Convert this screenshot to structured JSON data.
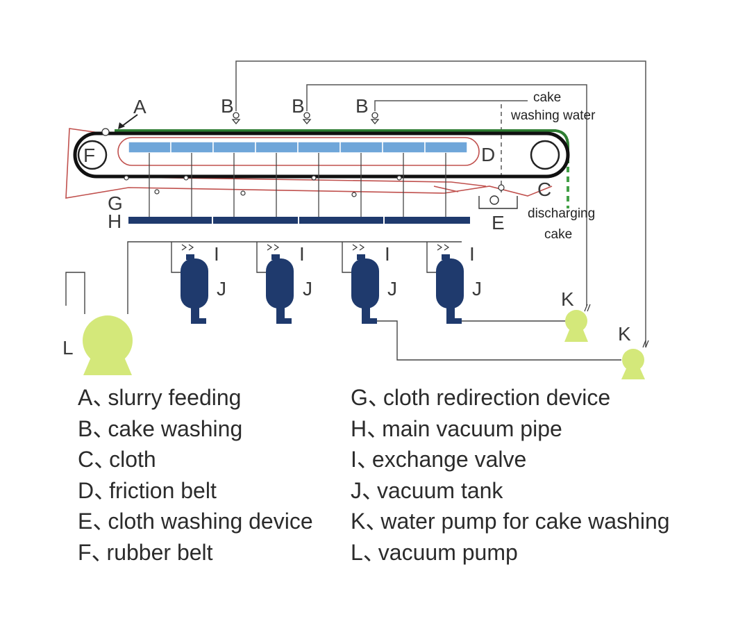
{
  "diagram": {
    "labels": {
      "A": "A",
      "B": "B",
      "C": "C",
      "D": "D",
      "E": "E",
      "F": "F",
      "G": "G",
      "H": "H",
      "I": "I",
      "J": "J",
      "K": "K",
      "L": "L"
    },
    "notes": {
      "cake_washing_water_1": "cake",
      "cake_washing_water_2": "washing water",
      "discharging_cake_1": "discharging",
      "discharging_cake_2": "cake"
    },
    "colors": {
      "belt_blue": "#6fa6d9",
      "tank_navy": "#1f3a6d",
      "pump_green": "#d4e87a",
      "cloth_red": "#c0504d",
      "feed_green": "#2e7d32",
      "pipe_gray": "#555555"
    }
  },
  "legend": {
    "separator": "、",
    "left": [
      {
        "key": "A",
        "text": "slurry feeding"
      },
      {
        "key": "B",
        "text": "cake washing"
      },
      {
        "key": "C",
        "text": "cloth"
      },
      {
        "key": "D",
        "text": "friction belt"
      },
      {
        "key": "E",
        "text": "cloth washing device"
      },
      {
        "key": "F",
        "text": "rubber belt"
      }
    ],
    "right": [
      {
        "key": "G",
        "text": "cloth redirection device"
      },
      {
        "key": "H",
        "text": "main vacuum pipe"
      },
      {
        "key": "I",
        "text": "exchange valve"
      },
      {
        "key": "J",
        "text": "vacuum tank"
      },
      {
        "key": "K",
        "text": "water pump for cake washing"
      },
      {
        "key": "L",
        "text": "vacuum pump"
      }
    ]
  }
}
